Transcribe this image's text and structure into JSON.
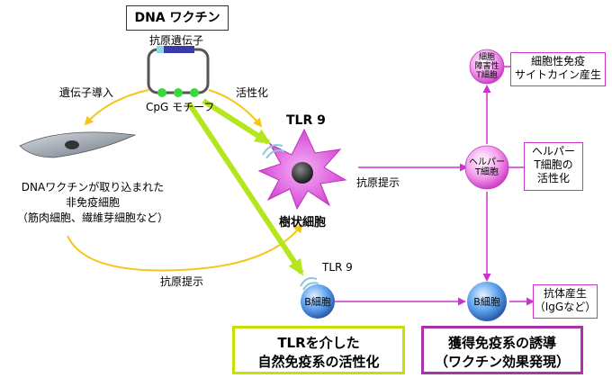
{
  "title": "DNA ワクチン",
  "plasmid": {
    "gene_label": "抗原遺伝子",
    "cpg_label": "CpG モチーフ"
  },
  "arrows": {
    "gene_intro": "遺伝子導入",
    "activation": "活性化",
    "antigen_present_1": "抗原提示",
    "antigen_present_2": "抗原提示"
  },
  "non_immune": {
    "line1": "DNAワクチンが取り込まれた",
    "line2": "非免疫細胞",
    "line3": "（筋肉細胞、繊維芽細胞など）"
  },
  "dendritic": {
    "tlr_label": "TLR 9",
    "cell_label": "樹状細胞"
  },
  "bcell": {
    "tlr_label": "TLR 9",
    "cell_label": "B細胞",
    "cell2_label": "B細胞"
  },
  "helper": {
    "cell_label": "ヘルパー T細胞",
    "box_line1": "ヘルパー",
    "box_line2": "T細胞の",
    "box_line3": "活性化"
  },
  "ctl": {
    "cell_line1": "細胞",
    "cell_line2": "障害性",
    "cell_line3": "T細胞",
    "box_line1": "細胞性免疫",
    "box_line2": "サイトカイン産生"
  },
  "antibody": {
    "line1": "抗体産生",
    "line2": "（IgGなど）"
  },
  "innate_box": {
    "line1": "TLRを介した",
    "line2": "自然免疫系の活性化"
  },
  "acquired_box": {
    "line1": "獲得免疫系の誘導",
    "line2": "（ワクチン効果発現）"
  },
  "colors": {
    "yellow_arrow": "#f5c518",
    "green_arrow": "#b5e61d",
    "magenta_arrow": "#cc33cc",
    "dendritic_fill": "#e060e0",
    "bcell_fill": "#4a90e2",
    "helper_fill": "#ee88ee",
    "innate_border": "#c8e000",
    "acquired_border": "#aa33aa"
  }
}
